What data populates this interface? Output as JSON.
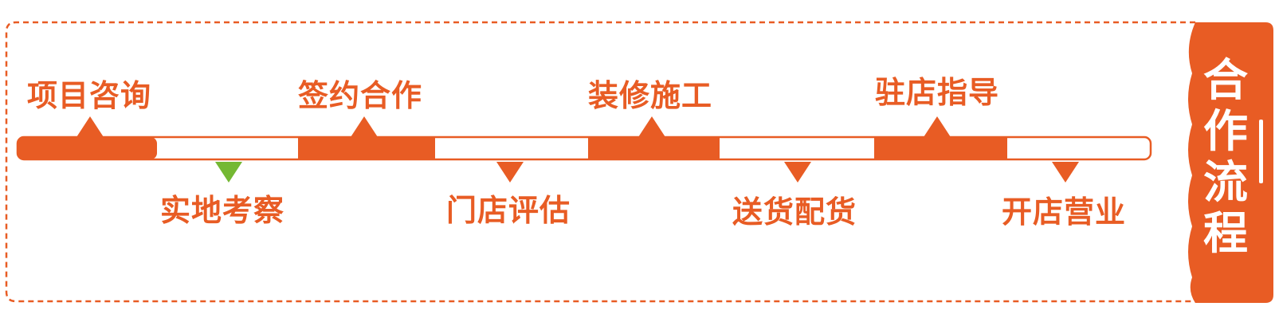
{
  "side_title": "合作流程",
  "colors": {
    "orange": "#e85c24",
    "green": "#74b833",
    "white": "#ffffff"
  },
  "steps_top": [
    {
      "label": "项目咨询"
    },
    {
      "label": "签约合作"
    },
    {
      "label": "装修施工"
    },
    {
      "label": "驻店指导"
    }
  ],
  "steps_bottom": [
    {
      "label": "实地考察",
      "marker": "green"
    },
    {
      "label": "门店评估",
      "marker": "orange"
    },
    {
      "label": "送货配货",
      "marker": "orange"
    },
    {
      "label": "开店营业",
      "marker": "orange"
    }
  ]
}
